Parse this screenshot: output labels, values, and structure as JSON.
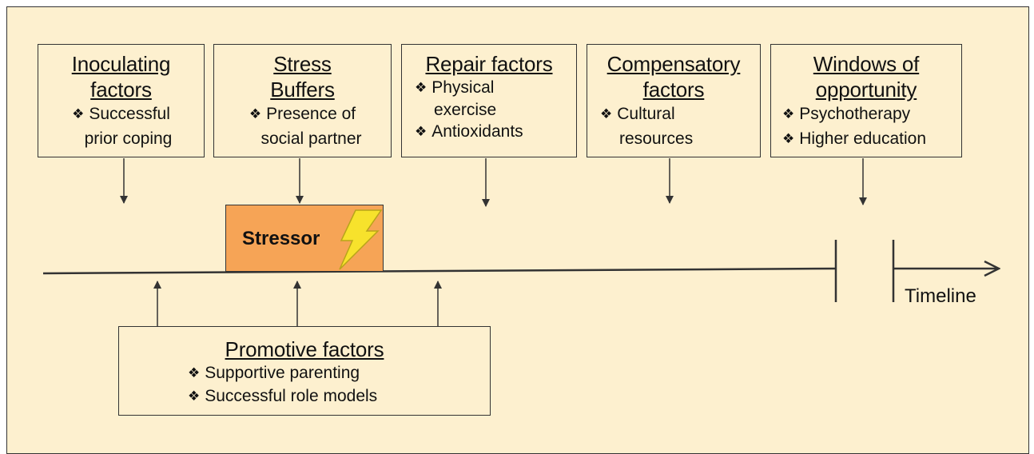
{
  "boxes": [
    {
      "title_lines": [
        "Inoculating",
        "factors"
      ],
      "items": [
        [
          "Successful",
          "prior coping"
        ]
      ]
    },
    {
      "title_lines": [
        "Stress",
        "Buffers"
      ],
      "items": [
        [
          "Presence of",
          "social partner"
        ]
      ]
    },
    {
      "title_lines": [
        "Repair factors"
      ],
      "items": [
        [
          "Physical",
          "exercise"
        ],
        [
          "Antioxidants"
        ]
      ]
    },
    {
      "title_lines": [
        "Compensatory",
        "factors"
      ],
      "items": [
        [
          "Cultural",
          "resources"
        ]
      ]
    },
    {
      "title_lines": [
        "Windows of",
        "opportunity"
      ],
      "items": [
        [
          "Psychotherapy"
        ],
        [
          "Higher education"
        ]
      ]
    }
  ],
  "stressor": {
    "label": "Stressor",
    "icon": "lightning-icon"
  },
  "promotive": {
    "title": "Promotive factors",
    "items": [
      "Supportive parenting",
      "Successful role models"
    ]
  },
  "timeline": {
    "label": "Timeline"
  },
  "bullet_glyph": "❖",
  "colors": {
    "background": "#fdf0cf",
    "stressor": "#f6a456",
    "lightning": "#f7e22c"
  }
}
